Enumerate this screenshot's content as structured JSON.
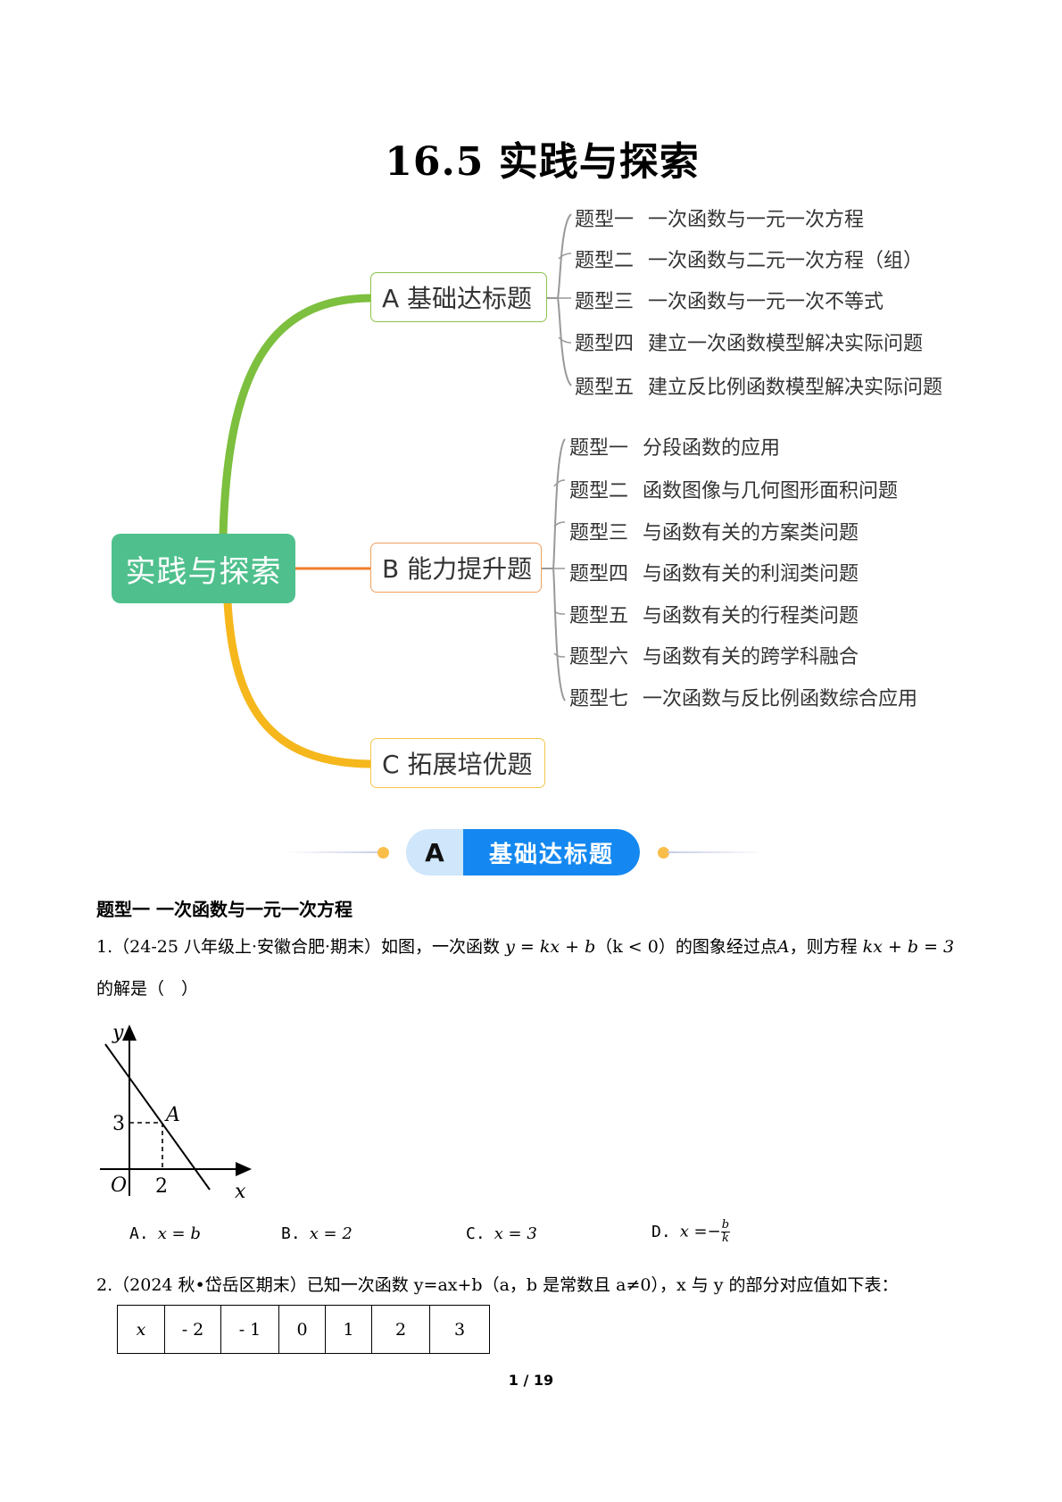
{
  "page": {
    "title": "16.5 实践与探索",
    "footer": "1 / 19"
  },
  "mindmap": {
    "center": "实践与探索",
    "colors": {
      "center": "#4fc08d",
      "branch_a": "#7dbf3e",
      "branch_b": "#ee7d2a",
      "branch_c": "#f5b71c",
      "leaf_line": "#999999"
    },
    "branches": [
      {
        "label": "A 基础达标题",
        "items": [
          {
            "tag": "题型一",
            "text": "一次函数与一元一次方程"
          },
          {
            "tag": "题型二",
            "text": "一次函数与二元一次方程（组）"
          },
          {
            "tag": "题型三",
            "text": "一次函数与一元一次不等式"
          },
          {
            "tag": "题型四",
            "text": "建立一次函数模型解决实际问题"
          },
          {
            "tag": "题型五",
            "text": "建立反比例函数模型解决实际问题"
          }
        ]
      },
      {
        "label": "B 能力提升题",
        "items": [
          {
            "tag": "题型一",
            "text": "分段函数的应用"
          },
          {
            "tag": "题型二",
            "text": "函数图像与几何图形面积问题"
          },
          {
            "tag": "题型三",
            "text": "与函数有关的方案类问题"
          },
          {
            "tag": "题型四",
            "text": "与函数有关的利润类问题"
          },
          {
            "tag": "题型五",
            "text": "与函数有关的行程类问题"
          },
          {
            "tag": "题型六",
            "text": "与函数有关的跨学科融合"
          },
          {
            "tag": "题型七",
            "text": "一次函数与反比例函数综合应用"
          }
        ]
      },
      {
        "label": "C 拓展培优题",
        "items": []
      }
    ]
  },
  "section_banner": {
    "letter": "A",
    "label": "基础达标题",
    "colors": {
      "letter_bg": "#cfe6fb",
      "label_bg": "#1488f0",
      "dot": "#f9bd4a"
    }
  },
  "section_heading": "题型一  一次函数与一元一次方程",
  "questions": [
    {
      "number": "1.",
      "source": "（24-25 八年级上·安徽合肥·期末）",
      "stem_part1": "如图，一次函数",
      "formula1": "y = kx + b",
      "cond": "（k < 0）",
      "stem_part2": "的图象经过点",
      "point": "A",
      "stem_part3": "，则方程",
      "formula2": "kx + b = 3",
      "stem_line2": "的解是（　）",
      "figure": {
        "x_label": "x",
        "y_label": "y",
        "origin": "O",
        "x_tick": "2",
        "y_tick": "3",
        "point_label": "A",
        "point": [
          2,
          3
        ]
      },
      "options": [
        {
          "key": "A.",
          "value": "x = b"
        },
        {
          "key": "B.",
          "value": "x = 2"
        },
        {
          "key": "C.",
          "value": "x = 3"
        },
        {
          "key": "D.",
          "prefix": "x =−",
          "num": "b",
          "den": "k"
        }
      ]
    },
    {
      "number": "2.",
      "source": "（2024 秋•岱岳区期末）",
      "stem": "已知一次函数 y=ax+b（a，b 是常数且 a≠0），x 与 y 的部分对应值如下表：",
      "table": {
        "row_header": "x",
        "values": [
          "- 2",
          "- 1",
          "0",
          "1",
          "2",
          "3"
        ]
      }
    }
  ]
}
